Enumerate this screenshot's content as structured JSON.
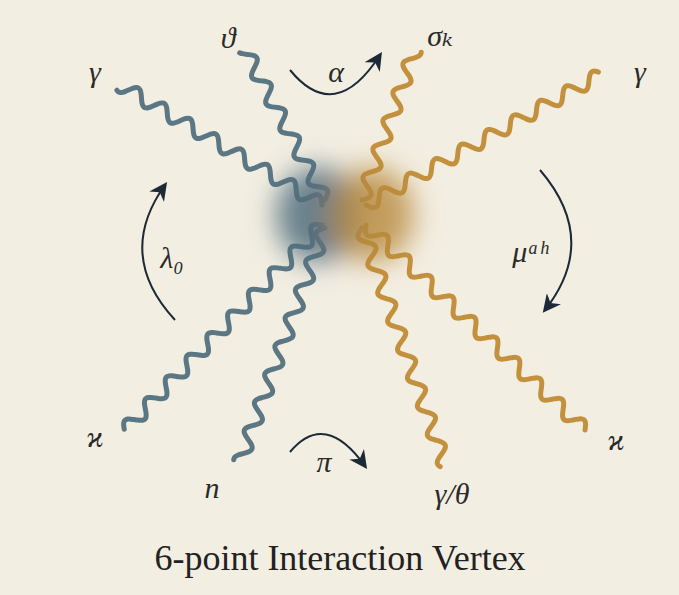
{
  "diagram": {
    "caption": "6-point Interaction Vertex",
    "labels": [
      "ϑ",
      "σₖ",
      "γ",
      "α",
      "γ",
      "λ₀",
      "μᵃʰ",
      "ϰ",
      "ϰ",
      "π",
      "n",
      "γ/θ"
    ]
  }
}
